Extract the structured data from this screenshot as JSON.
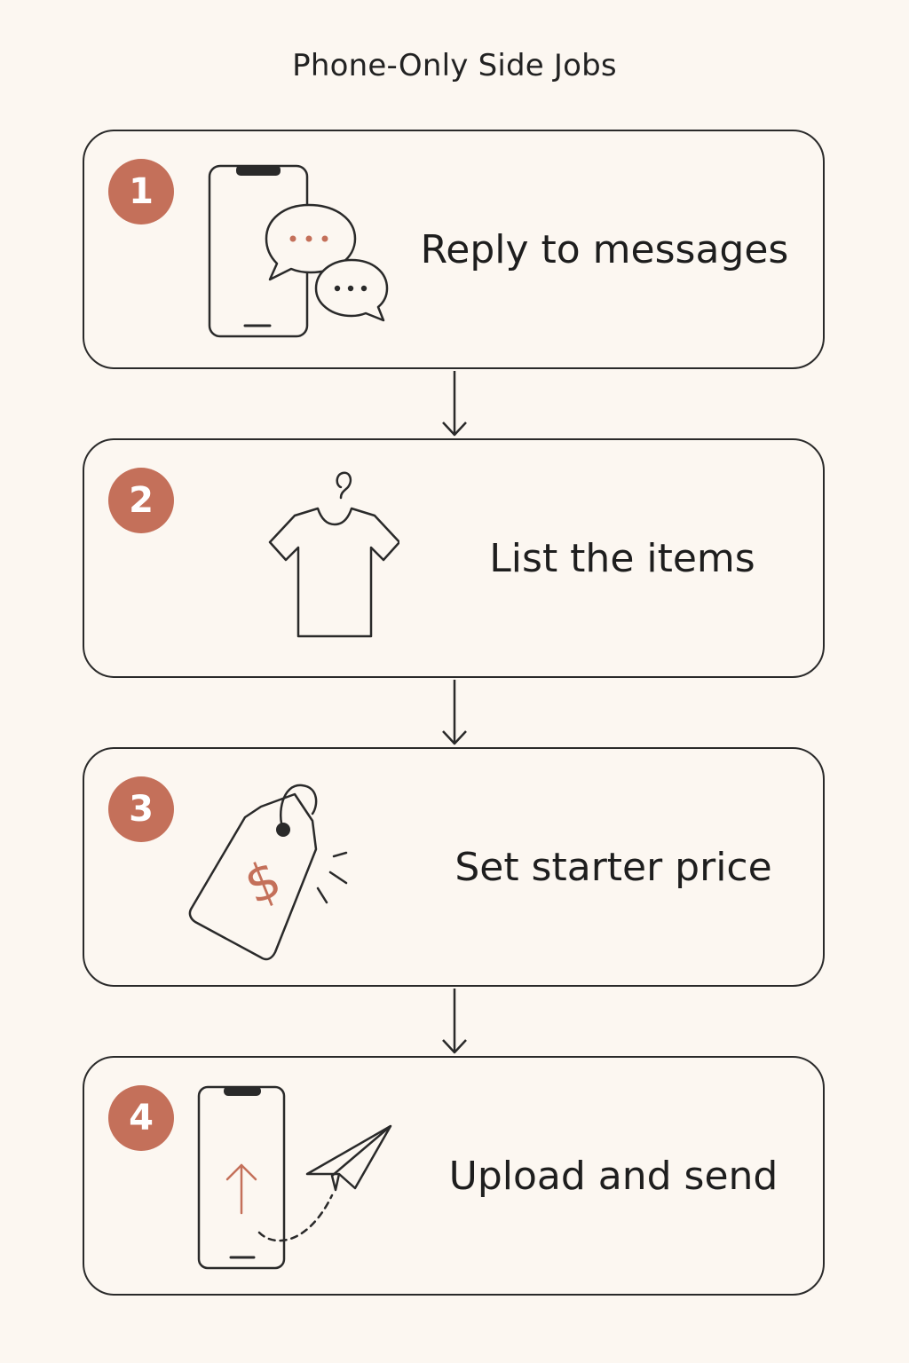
{
  "title": "Phone-Only Side Jobs",
  "colors": {
    "accent": "#c4705a",
    "stroke": "#2a2a2a",
    "background": "#fcf7f1"
  },
  "steps": [
    {
      "number": "1",
      "label": "Reply to messages",
      "icon": "phone-chat-bubbles-icon"
    },
    {
      "number": "2",
      "label": "List the items",
      "icon": "shirt-checklist-icon"
    },
    {
      "number": "3",
      "label": "Set starter price",
      "icon": "price-tag-icon"
    },
    {
      "number": "4",
      "label": "Upload and send",
      "icon": "phone-upload-paper-plane-icon"
    }
  ]
}
